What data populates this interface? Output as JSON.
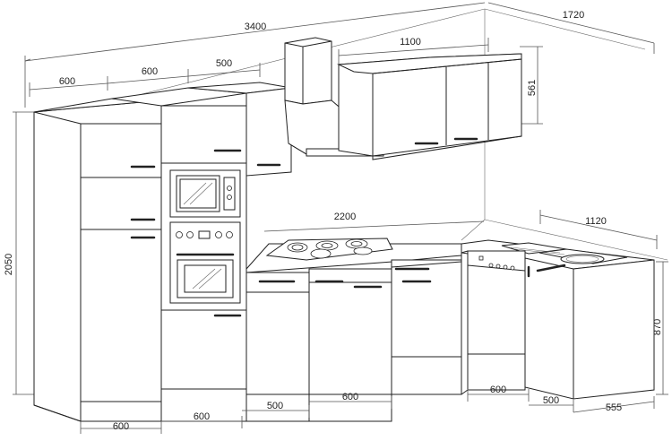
{
  "dimensions": {
    "total_width": "3400",
    "depth_right": "1720",
    "wall_unit_width": "1100",
    "wall_unit_height": "561",
    "top_600_a": "600",
    "top_600_b": "600",
    "top_500": "500",
    "height_total": "2050",
    "counter_length": "2200",
    "corner_length": "1120",
    "base_height": "870",
    "bottom_600_a": "600",
    "bottom_600_b": "600",
    "bottom_500": "500",
    "bottom_600_c": "600",
    "bottom_600_d": "600",
    "bottom_500_b": "500",
    "bottom_555": "555"
  }
}
